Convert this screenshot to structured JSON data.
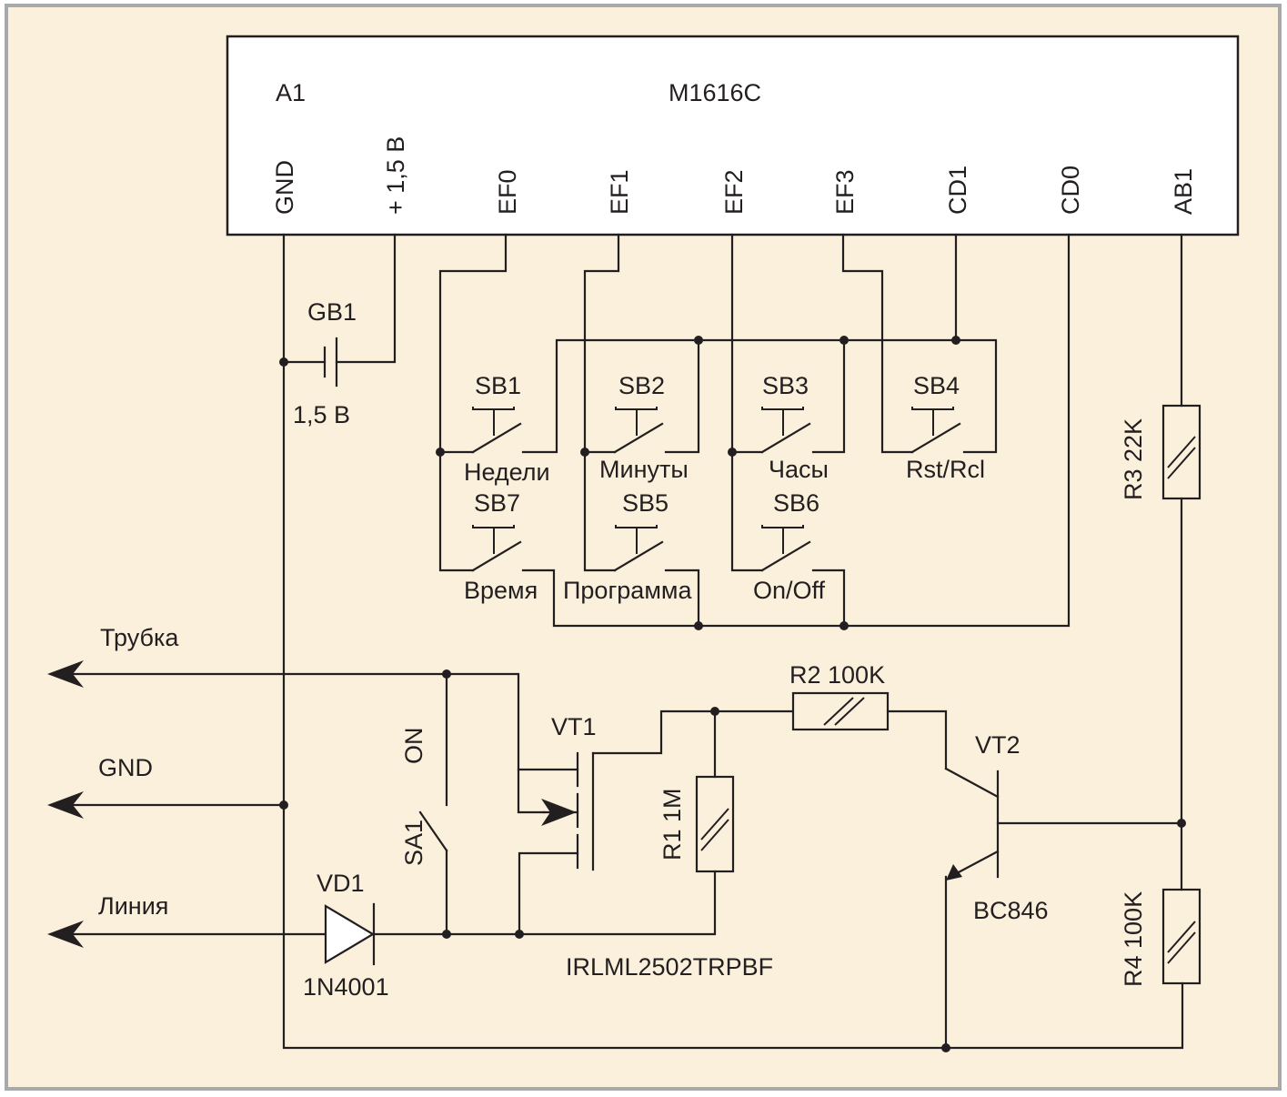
{
  "colors": {
    "background": "#faf0dc",
    "frame": "#a7a9ac",
    "ink": "#231f20"
  },
  "chip": {
    "ref": "A1",
    "part": "M1616C",
    "pins": [
      "GND",
      "+ 1,5 В",
      "EF0",
      "EF1",
      "EF2",
      "EF3",
      "CD1",
      "CD0",
      "AB1"
    ]
  },
  "battery": {
    "ref": "GB1",
    "value": "1,5 В"
  },
  "buttons": [
    {
      "ref": "SB1",
      "label": "Недели"
    },
    {
      "ref": "SB2",
      "label": "Минуты"
    },
    {
      "ref": "SB3",
      "label": "Часы"
    },
    {
      "ref": "SB4",
      "label": "Rst/Rcl"
    },
    {
      "ref": "SB7",
      "label": "Время"
    },
    {
      "ref": "SB5",
      "label": "Программа"
    },
    {
      "ref": "SB6",
      "label": "On/Off"
    }
  ],
  "resistors": [
    {
      "ref": "R1",
      "value": "1M",
      "text": "R1 1M"
    },
    {
      "ref": "R2",
      "value": "100K",
      "text": "R2 100K"
    },
    {
      "ref": "R3",
      "value": "22K",
      "text": "R3 22K"
    },
    {
      "ref": "R4",
      "value": "100K",
      "text": "R4 100K"
    }
  ],
  "transistors": [
    {
      "ref": "VT1",
      "part": "IRLML2502TRPBF"
    },
    {
      "ref": "VT2",
      "part": "BC846"
    }
  ],
  "diode": {
    "ref": "VD1",
    "part": "1N4001"
  },
  "switch": {
    "ref": "SA1",
    "state": "ON"
  },
  "terminals": [
    "Трубка",
    "GND",
    "Линия"
  ]
}
